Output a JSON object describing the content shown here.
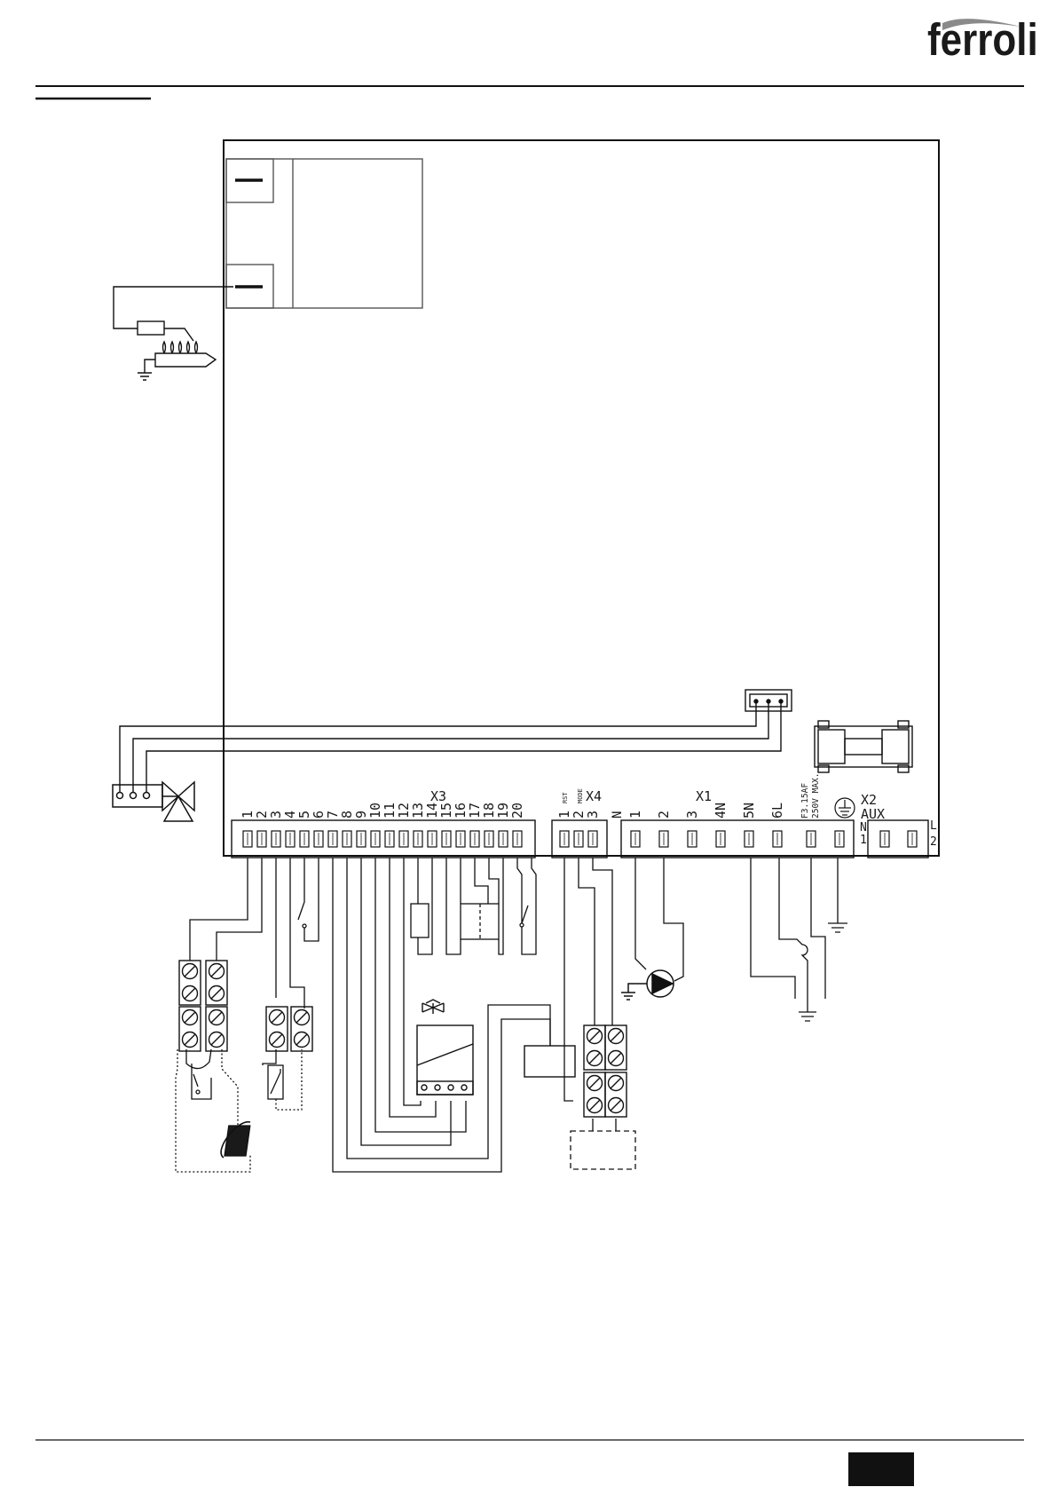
{
  "header": {
    "brand": "ferroli",
    "accent_color": "#8a8a8a"
  },
  "diagram": {
    "x3": {
      "label": "X3",
      "pins": [
        "1",
        "2",
        "3",
        "4",
        "5",
        "6",
        "7",
        "8",
        "9",
        "10",
        "11",
        "12",
        "13",
        "14",
        "15",
        "16",
        "17",
        "18",
        "19",
        "20"
      ]
    },
    "x4": {
      "label": "X4",
      "pins": [
        "1",
        "2",
        "3"
      ],
      "pin_notes": [
        "RST",
        "MODE"
      ]
    },
    "neutral_label": "N",
    "x1": {
      "label": "X1",
      "pins": [
        "1",
        "2",
        "3",
        "4N",
        "5N",
        "6L"
      ]
    },
    "fuse_text": [
      "F3.15AF",
      "250V MAX."
    ],
    "x2": {
      "label": "X2",
      "sub": "AUX",
      "left_marks": [
        "N",
        "1"
      ],
      "right_marks": [
        "L",
        "2"
      ]
    },
    "icons": [
      "three-way-valve-icon",
      "ignition-electrode-icon",
      "pump-icon",
      "gas-valve-icon",
      "fuse-icon",
      "ground-icon",
      "room-thermostat-icon",
      "outdoor-sensor-icon"
    ]
  }
}
